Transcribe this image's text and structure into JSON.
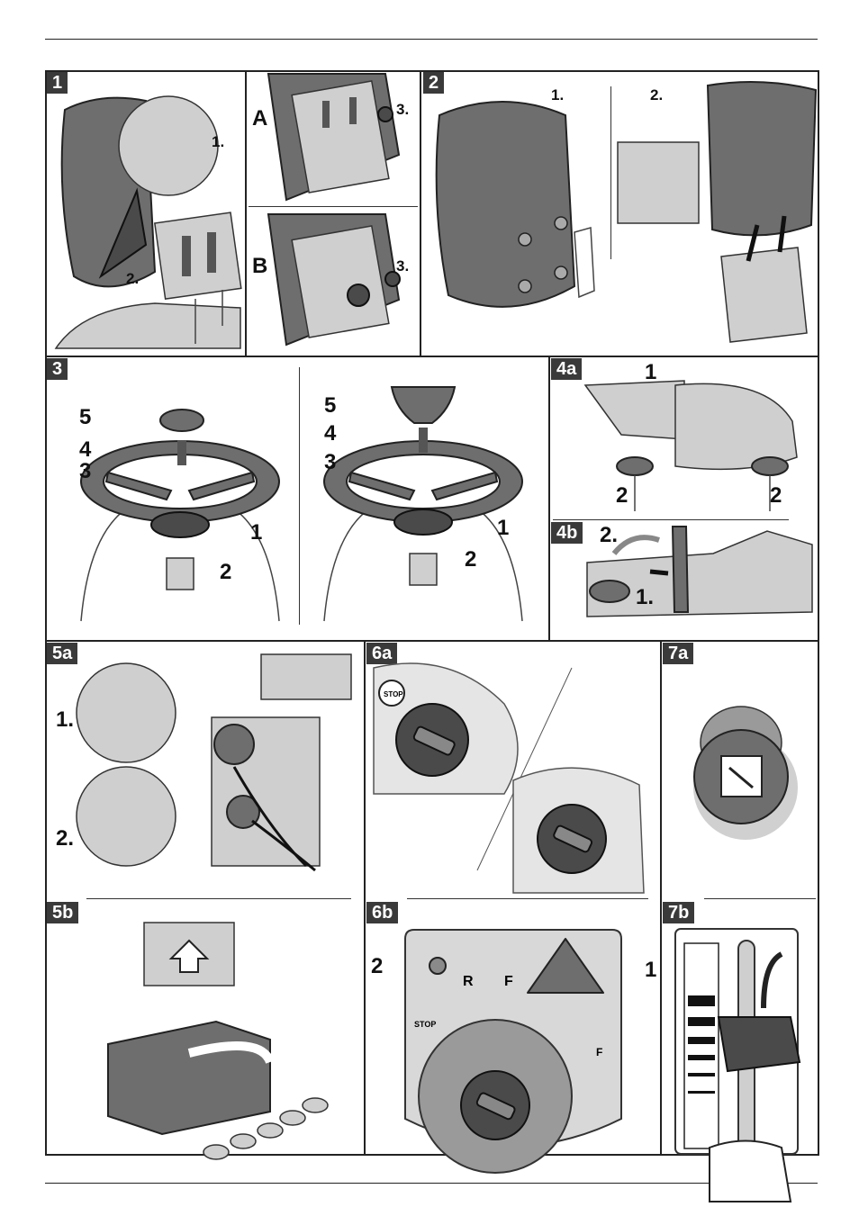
{
  "panels": {
    "p1": {
      "badge": "1",
      "sub_a": "A",
      "sub_b": "B",
      "step_1": "1.",
      "step_2": "2.",
      "step_3a": "3.",
      "step_3b": "3."
    },
    "p2": {
      "badge": "2",
      "step_1": "1.",
      "step_2": "2."
    },
    "p3": {
      "badge": "3",
      "left_labels": [
        "5",
        "4",
        "3",
        "1",
        "2"
      ],
      "right_labels": [
        "5",
        "4",
        "3",
        "1",
        "2"
      ]
    },
    "p4a": {
      "badge": "4a",
      "label_1": "1",
      "label_2l": "2",
      "label_2r": "2"
    },
    "p4b": {
      "badge": "4b",
      "step_2": "2.",
      "step_1": "1."
    },
    "p5a": {
      "badge": "5a",
      "step_1": "1.",
      "step_2": "2."
    },
    "p5b": {
      "badge": "5b"
    },
    "p6a": {
      "badge": "6a",
      "stop_text": "STOP"
    },
    "p6b": {
      "badge": "6b",
      "label_2": "2",
      "label_1": "1",
      "rf_text": "R",
      "f_text": "F",
      "stop_text": "STOP",
      "f_small": "F"
    },
    "p7a": {
      "badge": "7a"
    },
    "p7b": {
      "badge": "7b"
    }
  },
  "colors": {
    "frame": "#222222",
    "badge": "#3a3a3a",
    "illustration": "#6e6e6e"
  }
}
